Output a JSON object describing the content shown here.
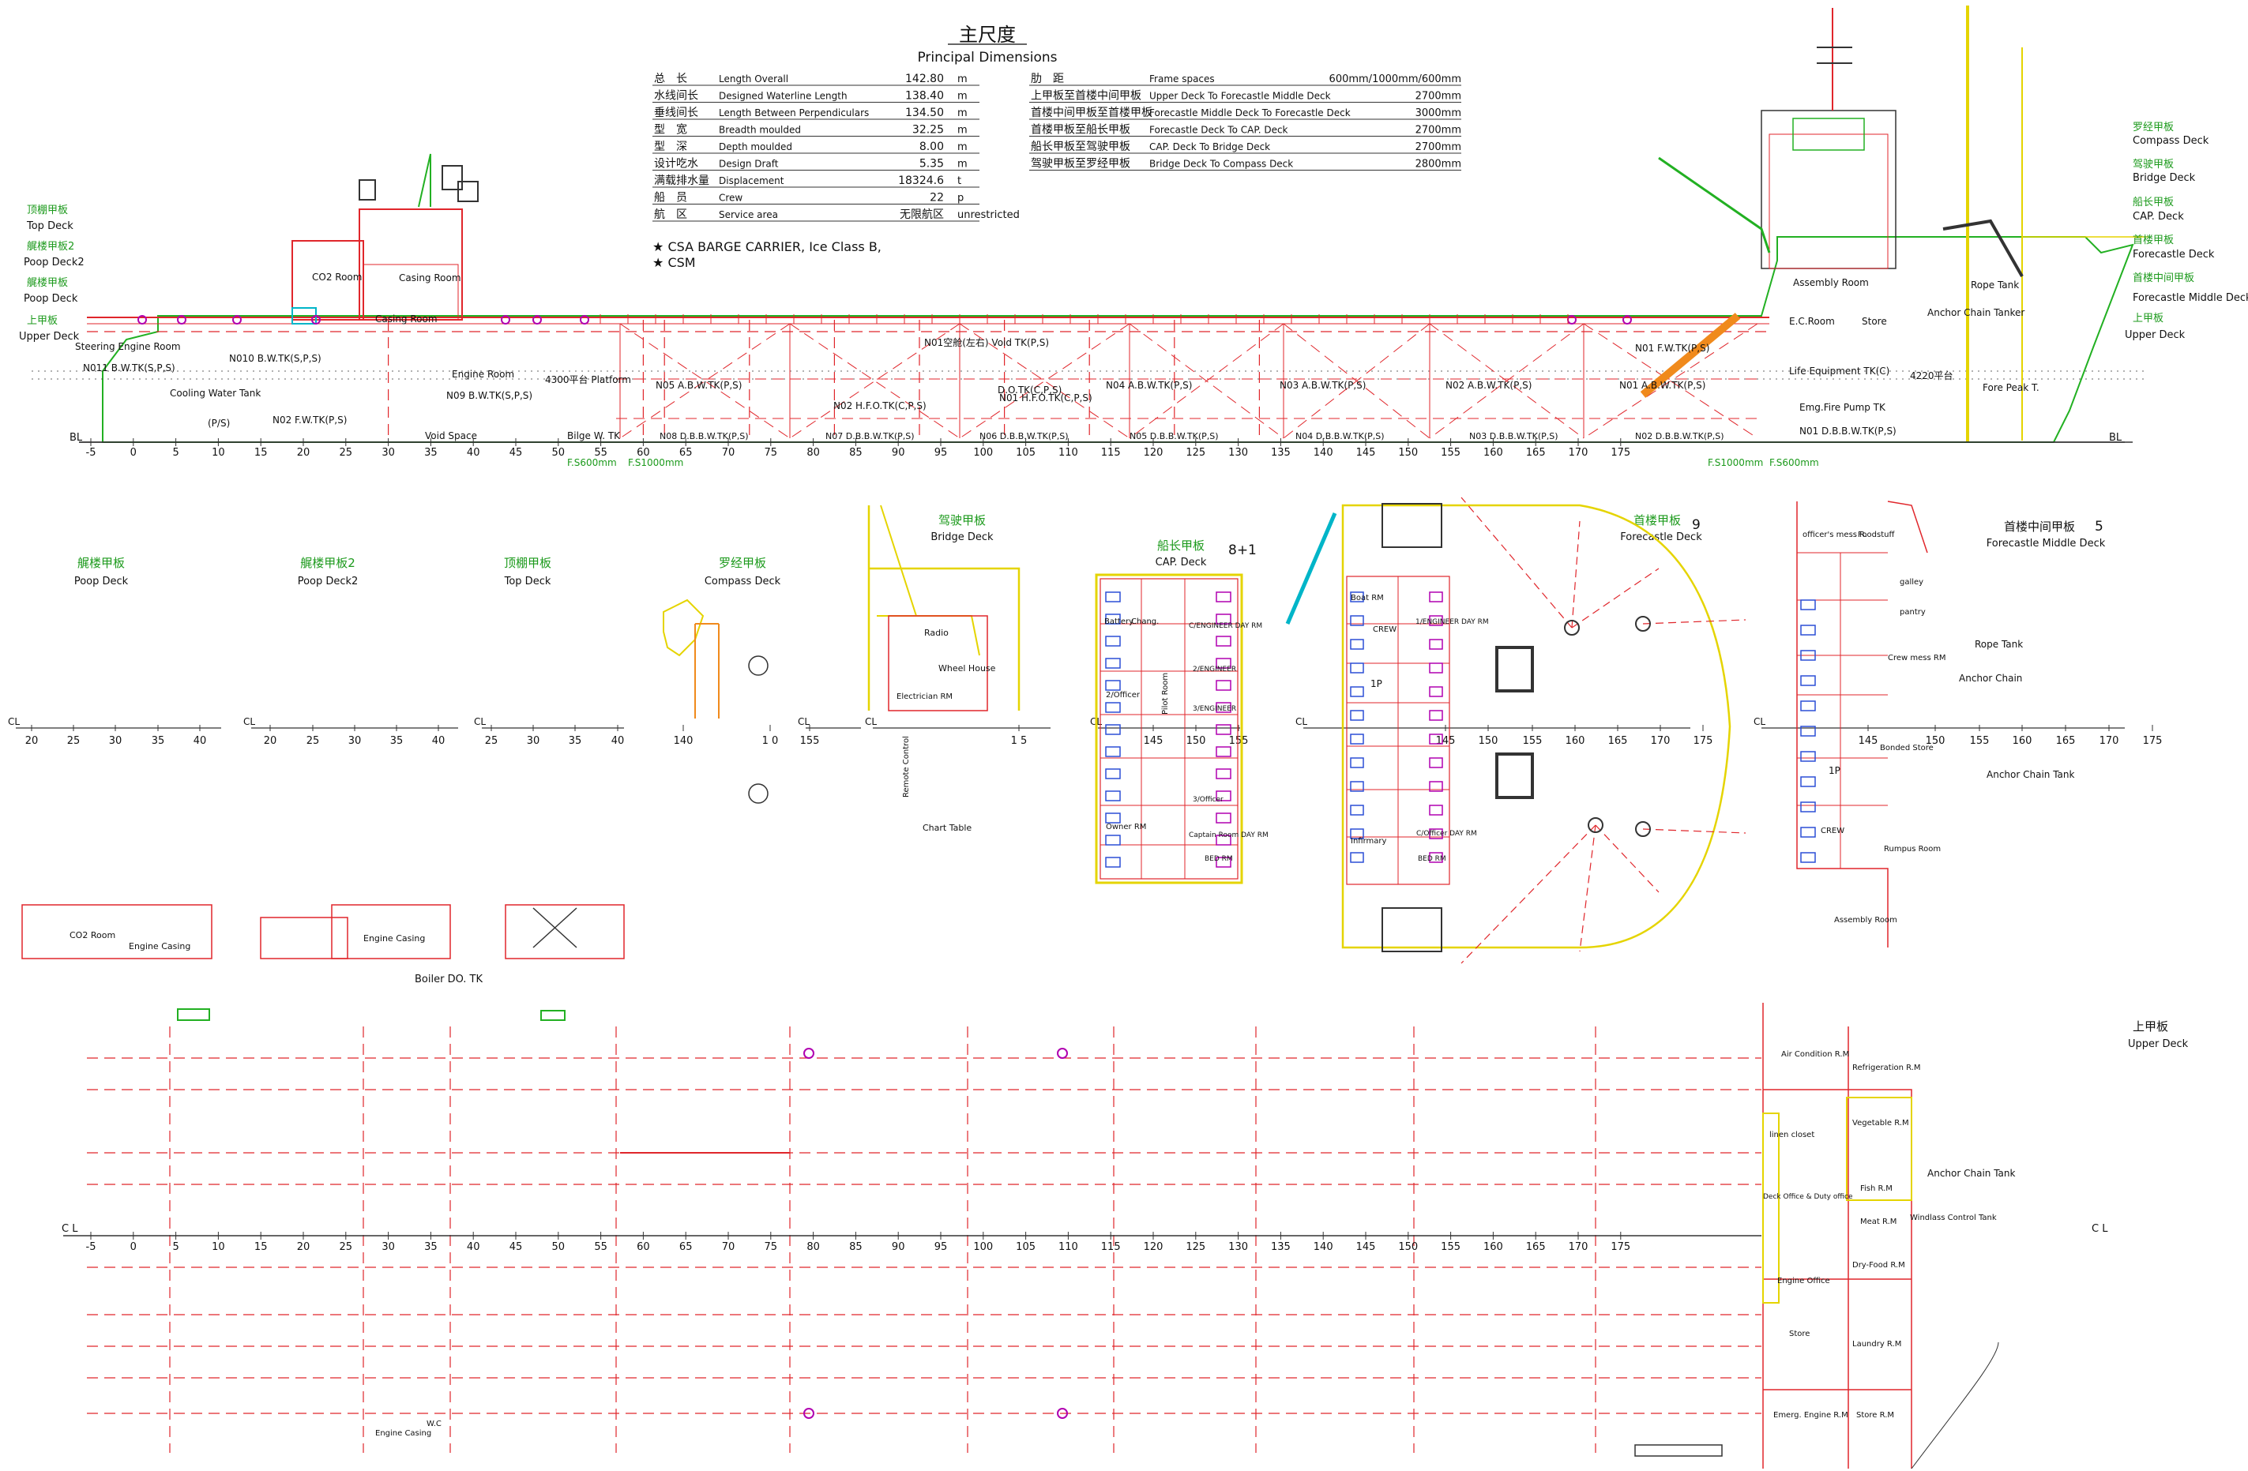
{
  "principal_dimensions": {
    "title_cn": "主尺度",
    "title_en": "Principal Dimensions",
    "left_rows": [
      {
        "cn": "总　长",
        "en": "Length Overall",
        "value": "142.80",
        "unit": "m"
      },
      {
        "cn": "水线间长",
        "en": "Designed Waterline Length",
        "value": "138.40",
        "unit": "m"
      },
      {
        "cn": "垂线间长",
        "en": "Length Between Perpendiculars",
        "value": "134.50",
        "unit": "m"
      },
      {
        "cn": "型　宽",
        "en": "Breadth moulded",
        "value": "32.25",
        "unit": "m"
      },
      {
        "cn": "型　深",
        "en": "Depth moulded",
        "value": "8.00",
        "unit": "m"
      },
      {
        "cn": "设计吃水",
        "en": "Design Draft",
        "value": "5.35",
        "unit": "m"
      },
      {
        "cn": "满载排水量",
        "en": "Displacement",
        "value": "18324.6",
        "unit": "t"
      },
      {
        "cn": "船　员",
        "en": "Crew",
        "value": "22",
        "unit": "p"
      },
      {
        "cn": "航　区",
        "en": "Service area",
        "value": "无限航区",
        "unit": "unrestricted"
      }
    ],
    "right_rows": [
      {
        "cn": "肋　距",
        "en": "Frame spaces",
        "value": "600mm/1000mm/600mm"
      },
      {
        "cn": "上甲板至首楼中间甲板",
        "en": "Upper Deck To Forecastle Middle Deck",
        "value": "2700mm"
      },
      {
        "cn": "首楼中间甲板至首楼甲板",
        "en": "Forecastle Middle Deck To Forecastle Deck",
        "value": "3000mm"
      },
      {
        "cn": "首楼甲板至船长甲板",
        "en": "Forecastle Deck To CAP. Deck",
        "value": "2700mm"
      },
      {
        "cn": "船长甲板至驾驶甲板",
        "en": "CAP. Deck To Bridge Deck",
        "value": "2700mm"
      },
      {
        "cn": "驾驶甲板至罗经甲板",
        "en": "Bridge Deck To Compass Deck",
        "value": "2800mm"
      }
    ],
    "notes": [
      "CSA BARGE CARRIER, Ice Class B,",
      "CSM"
    ]
  },
  "profile": {
    "aft_deck_labels": [
      {
        "cn": "顶棚甲板",
        "en": "Top Deck"
      },
      {
        "cn": "艉楼甲板2",
        "en": "Poop Deck2"
      },
      {
        "cn": "艉楼甲板",
        "en": "Poop Deck"
      },
      {
        "cn": "上甲板",
        "en": "Upper Deck"
      }
    ],
    "fwd_deck_labels": [
      {
        "cn": "罗经甲板",
        "en": "Compass Deck"
      },
      {
        "cn": "驾驶甲板",
        "en": "Bridge Deck"
      },
      {
        "cn": "船长甲板",
        "en": "CAP. Deck"
      },
      {
        "cn": "首楼甲板",
        "en": "Forecastle Deck"
      },
      {
        "cn": "首楼中间甲板",
        "en": "Forecastle Middle Deck"
      },
      {
        "cn": "上甲板",
        "en": "Upper Deck"
      }
    ],
    "rooms": {
      "co2": "CO2 Room",
      "casing": "Casing Room",
      "casing2": "Casing Room",
      "steering": "Steering Engine Room",
      "cooling": "Cooling Water Tank",
      "engine": "Engine Room",
      "platform": "4300平台 Platform",
      "void": "Void Space",
      "bilge": "Bilge W. TK",
      "void_tk": "N01空舱(左右) Void TK(P,S)",
      "assembly": "Assembly Room",
      "ec_room": "E.C.Room",
      "store": "Store",
      "anchor_chain": "Anchor Chain Tanker",
      "rope_tank": "Rope Tank",
      "life_equip": "Life Equipment TK(C)",
      "emg_fire": "Emg.Fire Pump TK",
      "n01_db": "N01 D.B.B.W.TK(P,S)",
      "fore_peak": "Fore Peak T.",
      "plat_4220": "4220平台"
    },
    "tanks_upper": [
      "N05 A.B.W.TK(P,S)",
      "N04 A.B.W.TK(P,S)",
      "N03 A.B.W.TK(P,S)",
      "N02 A.B.W.TK(P,S)",
      "N01 A.B.W.TK(P,S)"
    ],
    "tanks_mid": [
      "N02 H.F.O.TK(C,P,S)",
      "N01 H.F.O.TK(C,P,S)",
      "D.O.TK(C,P,S)",
      "N01 F.W.TK(P,S)"
    ],
    "tanks_lower": [
      "N08 D.B.B.W.TK(P,S)",
      "N07 D.B.B.W.TK(P,S)",
      "N06 D.B.B.W.TK(P,S)",
      "N05 D.B.B.W.TK(P,S)",
      "N04 D.B.B.W.TK(P,S)",
      "N03 D.B.B.W.TK(P,S)",
      "N02 D.B.B.W.TK(P,S)"
    ],
    "aft_tanks": [
      "N011 B.W.TK(S,P,S)",
      "N010 B.W.TK(S,P,S)",
      "N09 B.W.TK(S,P,S)",
      "N02 F.W.TK(P,S)",
      "(P/S)"
    ],
    "frames": [
      "-5",
      "0",
      "5",
      "10",
      "15",
      "20",
      "25",
      "30",
      "35",
      "40",
      "45",
      "50",
      "55",
      "60",
      "65",
      "70",
      "75",
      "80",
      "85",
      "90",
      "95",
      "100",
      "105",
      "110",
      "115",
      "120",
      "125",
      "130",
      "135",
      "140",
      "145",
      "150",
      "155",
      "160",
      "165",
      "170",
      "175"
    ],
    "bl": "BL",
    "fs_marks": [
      "F.S600mm",
      "F.S1000mm",
      "F.S1000mm",
      "F.S600mm"
    ]
  },
  "decks_row": {
    "poop": {
      "cn": "艉楼甲板",
      "en": "Poop Deck"
    },
    "poop2": {
      "cn": "艉楼甲板2",
      "en": "Poop Deck2"
    },
    "top": {
      "cn": "顶棚甲板",
      "en": "Top  Deck"
    },
    "compass": {
      "cn": "罗经甲板",
      "en": "Compass Deck"
    },
    "bridge": {
      "cn": "驾驶甲板",
      "en": "Bridge Deck"
    },
    "cap": {
      "cn": "船长甲板",
      "en": "CAP.  Deck",
      "count": "8+1"
    },
    "forecastle": {
      "cn": "首楼甲板",
      "en": "Forecastle Deck",
      "count": "9"
    },
    "fcle_mid": {
      "cn": "首楼中间甲板",
      "en": "Forecastle Middle Deck",
      "count": "5"
    },
    "cl": "CL",
    "row_frames_a": [
      "20",
      "25",
      "30",
      "35",
      "40"
    ],
    "row_frames_b": [
      "20",
      "25",
      "30",
      "35",
      "40"
    ],
    "row_frames_c": [
      "25",
      "30",
      "35",
      "40"
    ],
    "row_frames_d": [
      "140",
      "1 0",
      "155"
    ],
    "row_frames_e": [
      "1 5"
    ],
    "row_frames_f": [
      "145",
      "150",
      "155"
    ],
    "row_frames_g": [
      "145",
      "150",
      "155",
      "160",
      "165",
      "170",
      "175"
    ],
    "row_frames_h": [
      "145",
      "150",
      "155",
      "160",
      "165",
      "170",
      "175"
    ],
    "bridge_rooms": [
      "Radio",
      "Wheel House",
      "Electrician RM",
      "Remote Control",
      "Chart Table"
    ],
    "cap_rooms": [
      "Battery",
      "Chang.",
      "C/ENGINEER DAY RM",
      "2/ENGINEER",
      "3/ENGINEER",
      "2/Officer",
      "3/Officer",
      "Owner RM",
      "Captain Room DAY RM",
      "BED RM",
      "Pilot Room"
    ],
    "fcle_rooms": [
      "Boat RM",
      "CREW",
      "1/ENGINEER DAY RM",
      "1P",
      "Infirmary",
      "C/Officer DAY RM",
      "BED RM"
    ],
    "mid_rooms": [
      "officer's mess R.",
      "Foodstuff",
      "galley",
      "pantry",
      "Crew mess RM",
      "Bonded Store",
      "Rumpus Room",
      "Assembly Room",
      "Rope Tank",
      "Anchor Chain",
      "Anchor Chain Tank",
      "1P",
      "CREW"
    ],
    "casing_labels": [
      "CO2 Room",
      "Engine Casing",
      "Engine Casing",
      "Boiler DO. TK"
    ]
  },
  "upper_deck_plan": {
    "title": {
      "cn": "上甲板",
      "en": "Upper Deck"
    },
    "frames": [
      "-5",
      "0",
      "5",
      "10",
      "15",
      "20",
      "25",
      "30",
      "35",
      "40",
      "45",
      "50",
      "55",
      "60",
      "65",
      "70",
      "75",
      "80",
      "85",
      "90",
      "95",
      "100",
      "105",
      "110",
      "115",
      "120",
      "125",
      "130",
      "135",
      "140",
      "145",
      "150",
      "155",
      "160",
      "165",
      "170",
      "175"
    ],
    "cl": "C L",
    "rooms": [
      "Air Condition R.M",
      "Refrigeration R.M",
      "linen closet",
      "Vegetable R.M",
      "Deck Office & Duty office",
      "Fish R.M",
      "Meat R.M",
      "Dry-Food R.M",
      "Engine Office",
      "Store",
      "Laundry R.M",
      "Emerg. Engine R.M",
      "Store R.M",
      "Anchor Chain Tank",
      "Windlass Control Tank",
      "Engine Casing",
      "W.C"
    ]
  },
  "colors": {
    "red": "#e0262b",
    "yellow": "#e5d400",
    "green": "#22b022",
    "blue": "#2c4fd6",
    "magenta": "#b000b0",
    "cyan": "#00b5c8",
    "orange": "#f08a1c"
  }
}
